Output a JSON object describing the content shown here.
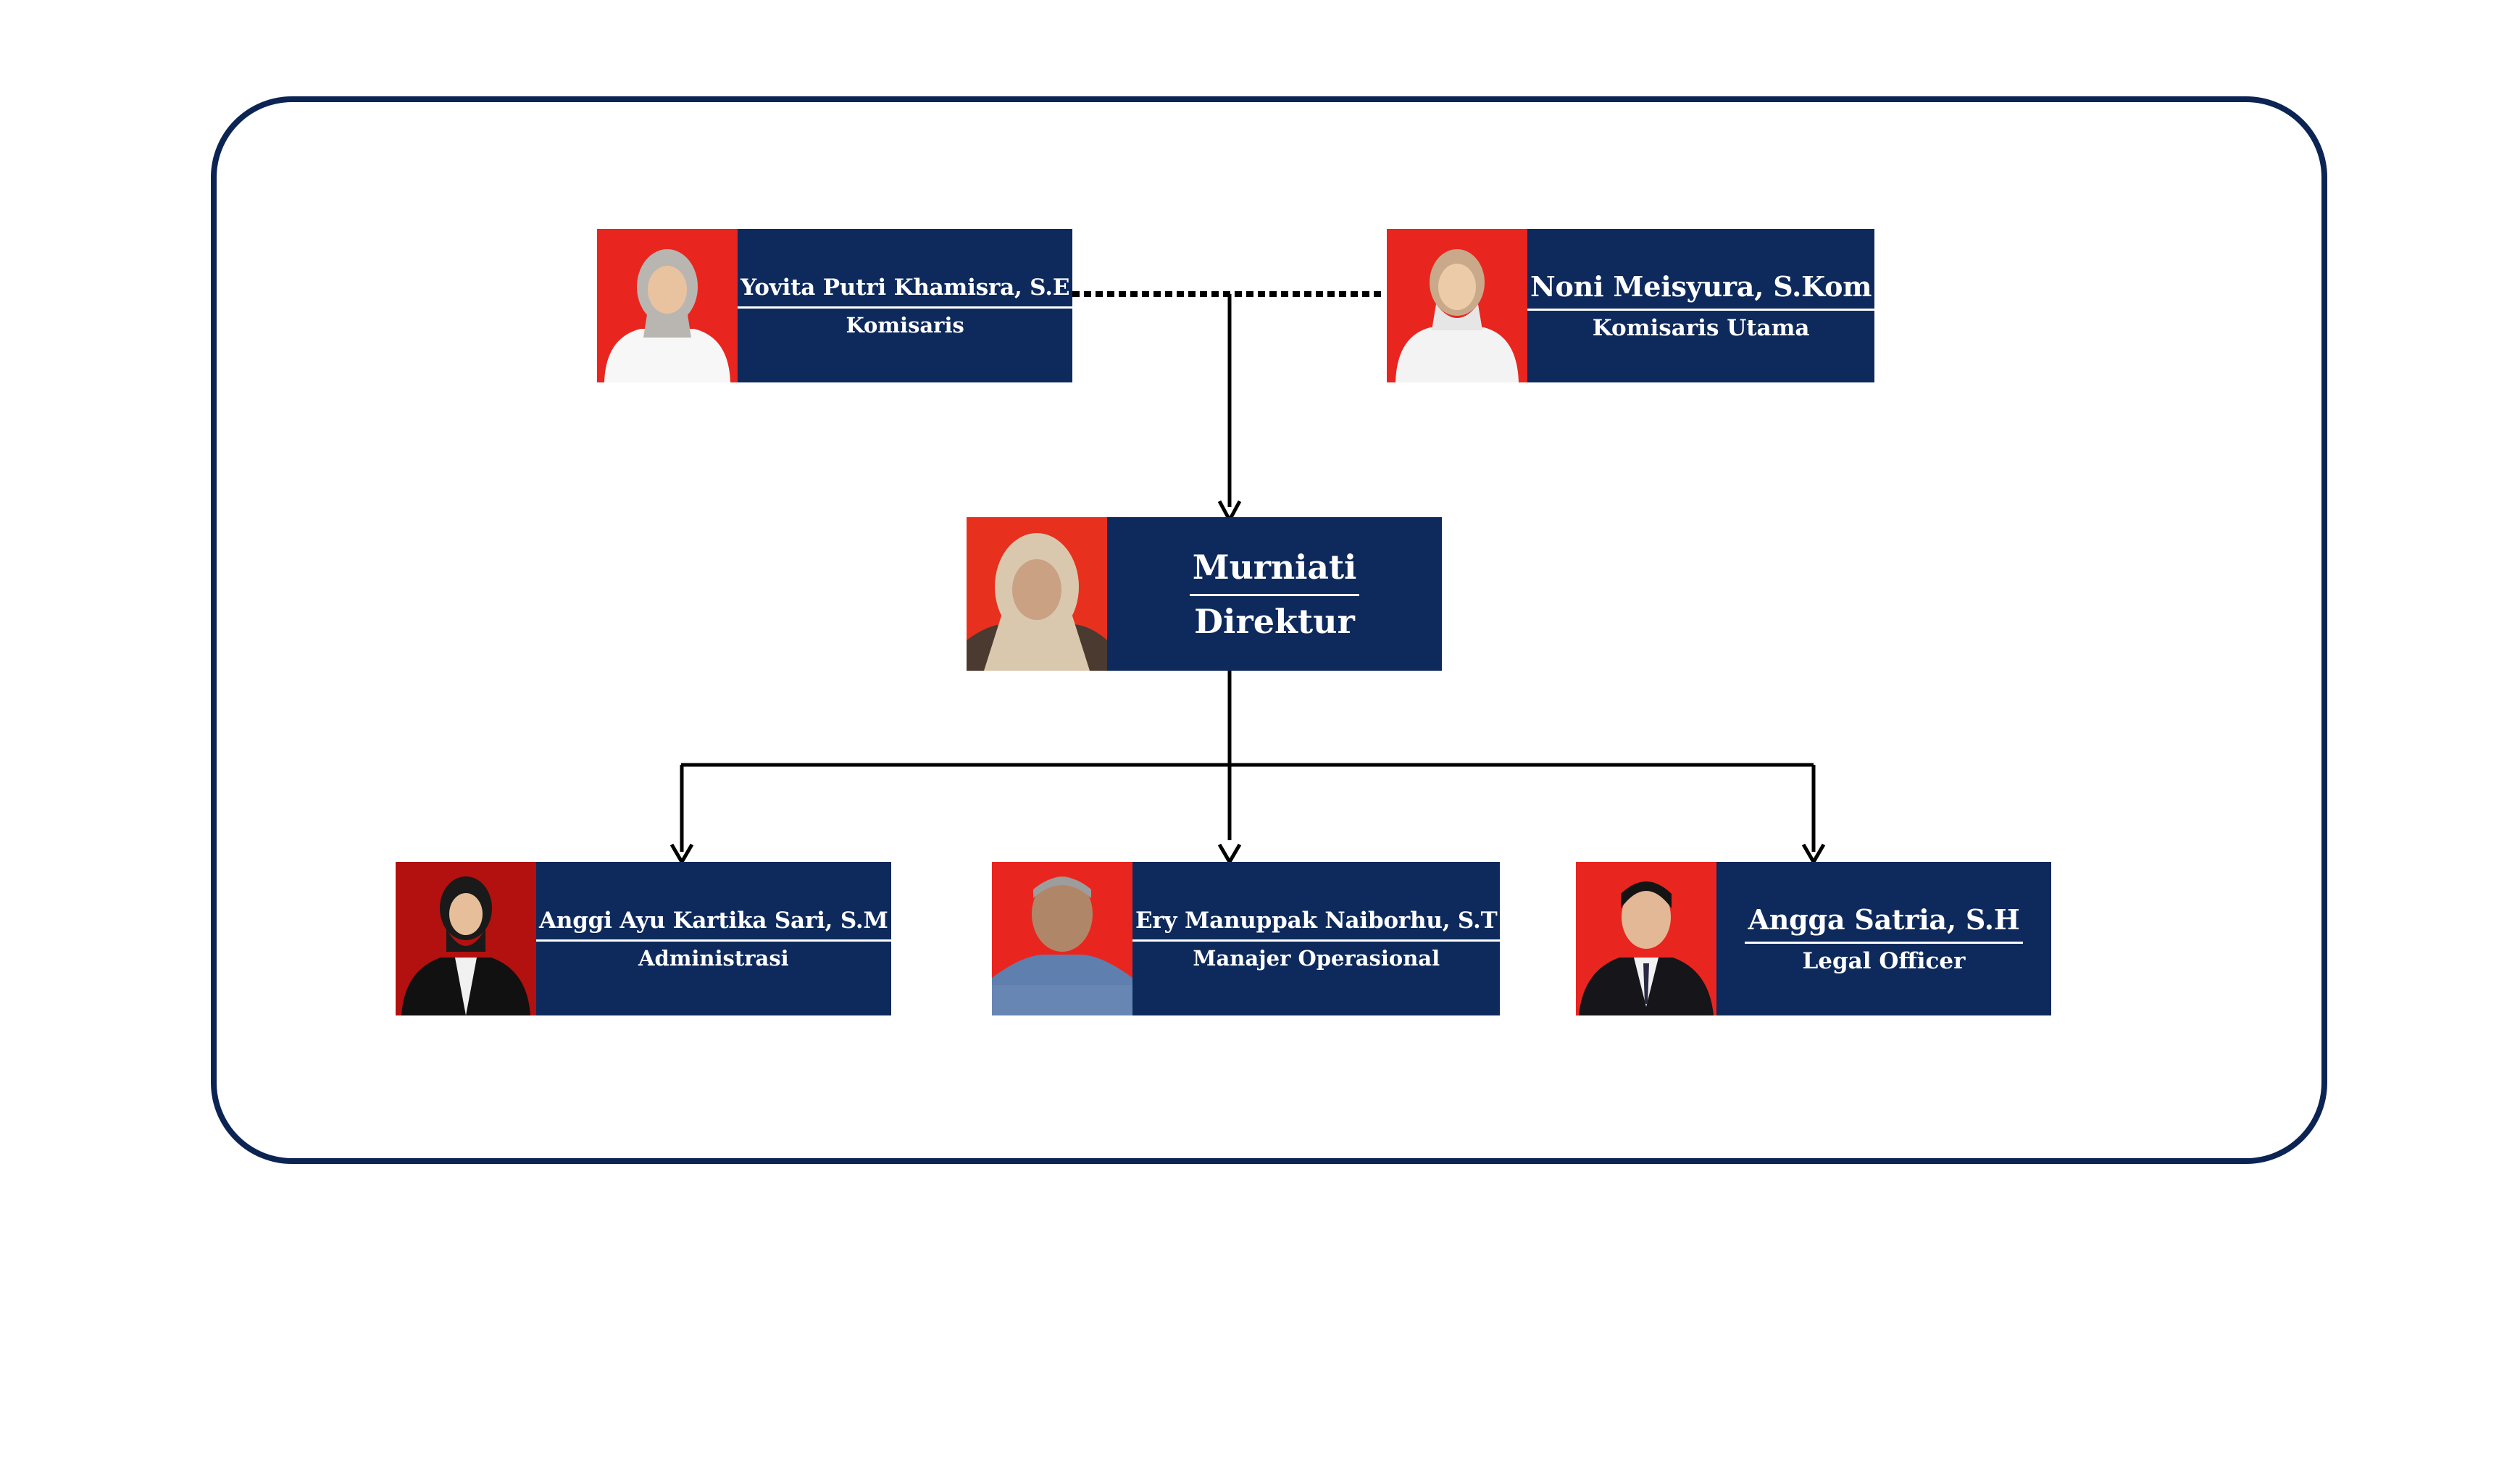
{
  "colors": {
    "frame": "#0c2454",
    "card": "#0e2a5c",
    "photo_bg_red": "#e8261f",
    "connector": "#000000"
  },
  "people": [
    {
      "id": "komisaris",
      "name": "Yovita Putri Khamisra, S.E",
      "role": "Komisaris"
    },
    {
      "id": "komisaris-utama",
      "name": "Noni Meisyura, S.Kom",
      "role": "Komisaris Utama"
    },
    {
      "id": "direktur",
      "name": "Murniati",
      "role": "Direktur"
    },
    {
      "id": "administrasi",
      "name": "Anggi Ayu Kartika Sari, S.M",
      "role": "Administrasi"
    },
    {
      "id": "manajer-operasional",
      "name": "Ery Manuppak Naiborhu, S.T",
      "role": "Manajer Operasional"
    },
    {
      "id": "legal-officer",
      "name": "Angga Satria, S.H",
      "role": "Legal Officer"
    }
  ]
}
